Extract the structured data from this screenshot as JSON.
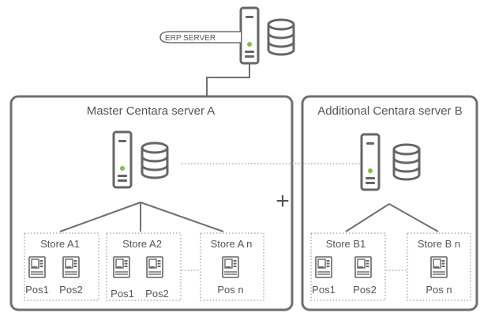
{
  "erp": {
    "label": "ERP SERVER"
  },
  "master": {
    "title": "Master Centara server A"
  },
  "additional": {
    "title": "Additional Centara server B"
  },
  "plus": "+",
  "stores": {
    "a1": {
      "label": "Store A1",
      "pos": [
        "Pos1",
        "Pos2"
      ]
    },
    "a2": {
      "label": "Store A2",
      "pos": [
        "Pos1",
        "Pos2"
      ]
    },
    "an": {
      "label": "Store A n",
      "pos": [
        "Pos n"
      ]
    },
    "b1": {
      "label": "Store B1",
      "pos": [
        "Pos1",
        "Pos2"
      ]
    },
    "bn": {
      "label": "Store B n",
      "pos": [
        "Pos n"
      ]
    }
  },
  "colors": {
    "line": "#6f6f6f",
    "dotted": "#9a9a9a",
    "led": "#7dc242",
    "text": "#555555"
  },
  "icons": [
    "server-icon",
    "database-icon",
    "pos-terminal-icon"
  ]
}
